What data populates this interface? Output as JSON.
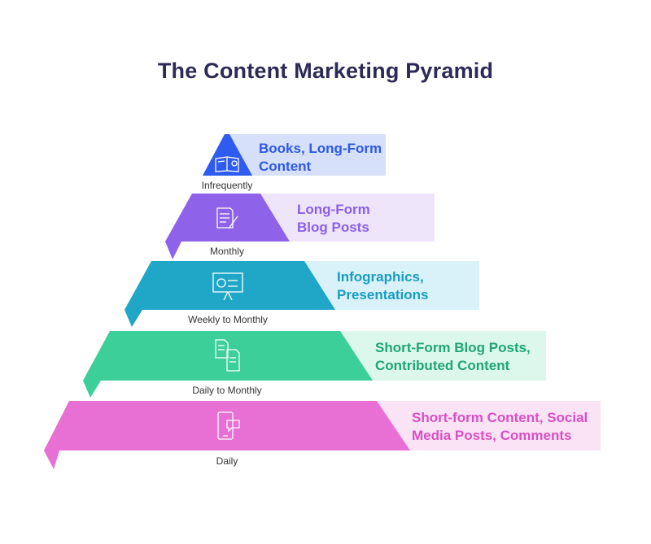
{
  "title": "The Content Marketing Pyramid",
  "tiers": [
    {
      "label_line1": "Books, Long-Form",
      "label_line2": "Content",
      "frequency": "Infrequently",
      "icon": "book-icon",
      "color": "#2e5bf0",
      "banner_color": "#d7e0fb",
      "text_color": "#2d59e6"
    },
    {
      "label_line1": "Long-Form",
      "label_line2": "Blog Posts",
      "frequency": "Monthly",
      "icon": "document-edit-icon",
      "color": "#8e63ea",
      "banner_color": "#eee5fb",
      "text_color": "#8b5fe6"
    },
    {
      "label_line1": "Infographics,",
      "label_line2": "Presentations",
      "frequency": "Weekly to Monthly",
      "icon": "presentation-board-icon",
      "color": "#20a6c7",
      "banner_color": "#d9f2fa",
      "text_color": "#1a9cc0"
    },
    {
      "label_line1": "Short-Form Blog Posts,",
      "label_line2": "Contributed Content",
      "frequency": "Daily to Monthly",
      "icon": "documents-icon",
      "color": "#3ccf9a",
      "banner_color": "#dcf7ec",
      "text_color": "#1fa577"
    },
    {
      "label_line1": "Short-form Content, Social",
      "label_line2": "Media Posts, Comments",
      "frequency": "Daily",
      "icon": "mobile-chat-icon",
      "color": "#e86fd3",
      "banner_color": "#fbe3f6",
      "text_color": "#d84fc3"
    }
  ]
}
